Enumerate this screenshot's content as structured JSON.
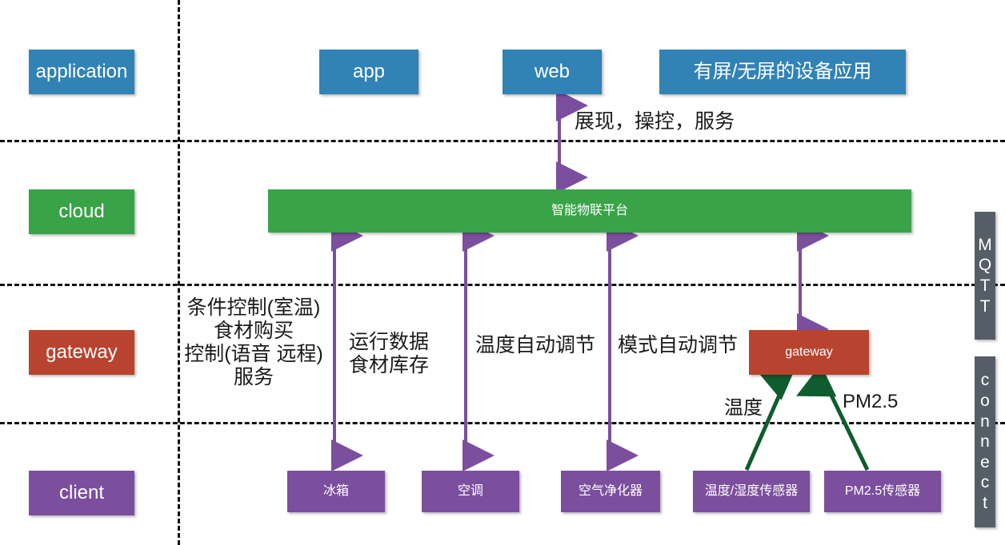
{
  "diagram": {
    "title": "IoT smart home layered architecture",
    "colors": {
      "application": "#3182b5",
      "cloud": "#39a348",
      "gateway": "#b8442f",
      "client": "#7b4f9d",
      "protocol_bar": "#555e66",
      "flow_arrow": "#7b4f9d",
      "sensor_arrow": "#0f5c2e",
      "separator": "#111111"
    }
  },
  "layers": [
    {
      "key": "application",
      "label": "application"
    },
    {
      "key": "cloud",
      "label": "cloud"
    },
    {
      "key": "gateway",
      "label": "gateway"
    },
    {
      "key": "client",
      "label": "client"
    }
  ],
  "application_row": {
    "nodes": [
      {
        "label": "app"
      },
      {
        "label": "web"
      },
      {
        "label": "有屏/无屏的设备应用"
      }
    ]
  },
  "cloud_row": {
    "platform_label": "智能物联平台"
  },
  "gateway_row": {
    "gateway_node_label": "gateway",
    "annotations": [
      {
        "lines": "条件控制(室温)\n食材购买\n控制(语音 远程)\n服务"
      },
      {
        "lines": "运行数据\n食材库存"
      },
      {
        "lines": "温度自动调节"
      },
      {
        "lines": "模式自动调节"
      }
    ]
  },
  "client_row": {
    "nodes": [
      {
        "label": "冰箱"
      },
      {
        "label": "空调"
      },
      {
        "label": "空气净化器"
      },
      {
        "label": "温度/湿度传感器"
      },
      {
        "label": "PM2.5传感器"
      }
    ]
  },
  "edge_labels": {
    "app_to_cloud": "展现，操控，服务",
    "temperature": "温度",
    "pm25": "PM2.5"
  },
  "protocol_bars": [
    {
      "text": "MQTT",
      "letters": [
        "M",
        "Q",
        "T",
        "T"
      ]
    },
    {
      "text": "connect",
      "letters": [
        "c",
        "o",
        "n",
        "n",
        "e",
        "c",
        "t"
      ]
    }
  ]
}
